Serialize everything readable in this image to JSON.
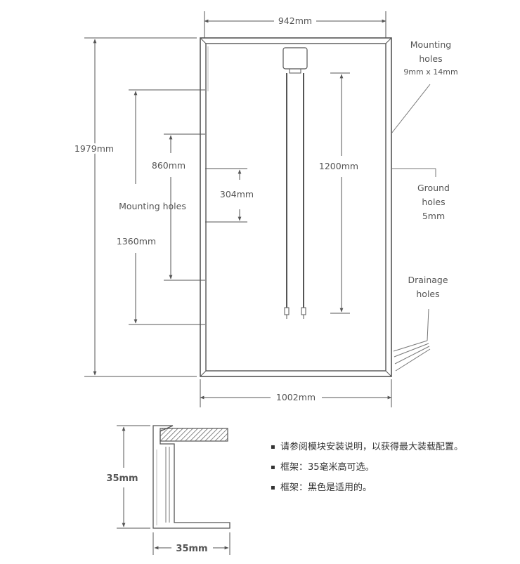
{
  "panel_diagram": {
    "width_top_label": "942mm",
    "width_bottom_label": "1002mm",
    "height_label": "1979mm",
    "mounting_left_label": "Mounting holes",
    "dim_860_label": "860mm",
    "dim_1360_label": "1360mm",
    "dim_304_label": "304mm",
    "cable_label": "1200mm",
    "mounting_right_label_1": "Mounting",
    "mounting_right_label_2": "holes",
    "mounting_right_label_3": "9mm x 14mm",
    "ground_label_1": "Ground",
    "ground_label_2": "holes",
    "ground_label_3": "5mm",
    "drainage_label_1": "Drainage",
    "drainage_label_2": "holes"
  },
  "frame_profile": {
    "height_label": "35mm",
    "width_label": "35mm"
  },
  "notes": [
    "请参阅模块安装说明，以获得最大装载配置。",
    "框架：35毫米高可选。",
    "框架：黑色是适用的。"
  ],
  "colors": {
    "line": "#555555",
    "text": "#555555"
  }
}
